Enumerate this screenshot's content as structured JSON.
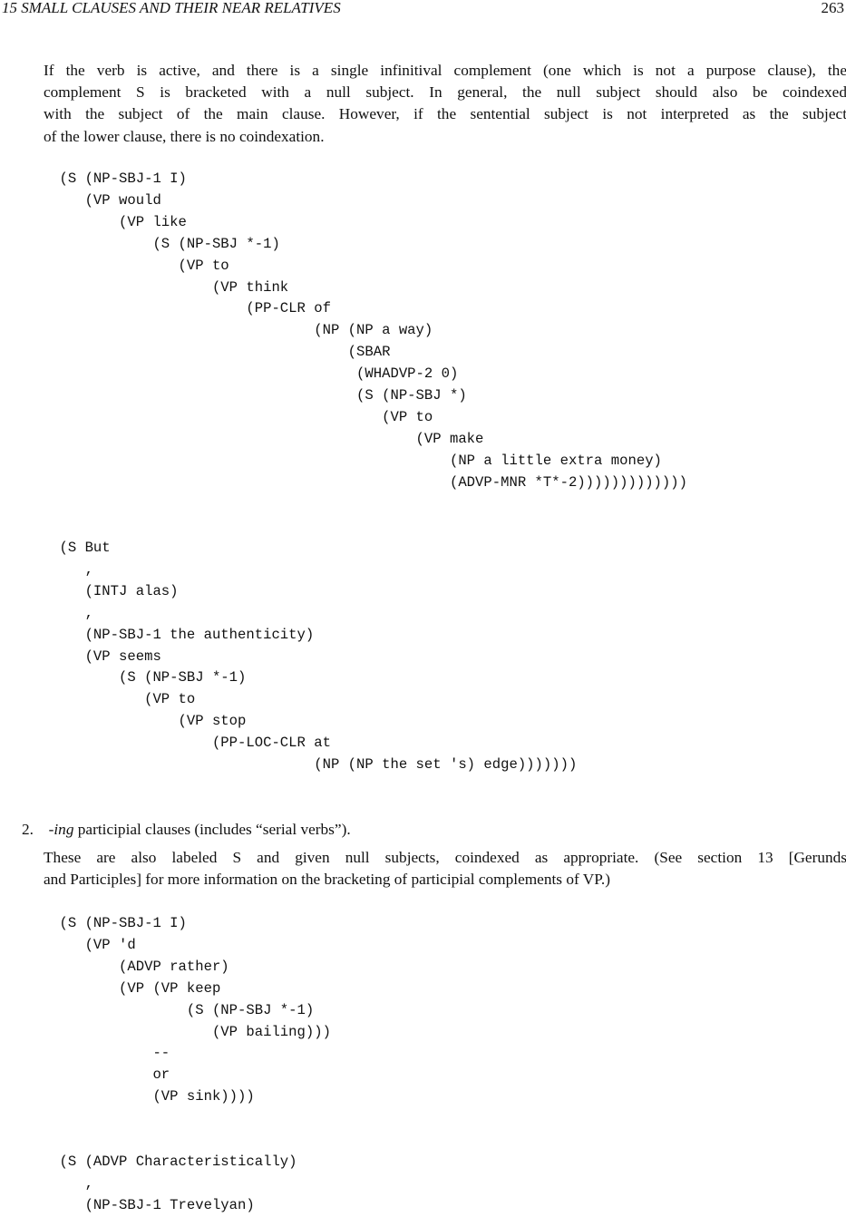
{
  "header": {
    "section": "15   SMALL CLAUSES AND THEIR NEAR RELATIVES",
    "page_number": "263"
  },
  "intro": {
    "lines": [
      "If the verb is active, and there is a single infinitival complement (one which is not a purpose clause), the",
      "complement S is bracketed with a null subject.  In general, the null subject should also be coindexed",
      "with the subject of the main clause.  However, if the sentential subject is not interpreted as the subject",
      "of the lower clause, there is no coindexation."
    ]
  },
  "example1": "       (S (NP-SBJ-1 I)\n          (VP would\n              (VP like\n                  (S (NP-SBJ *-1)\n                     (VP to\n                         (VP think\n                             (PP-CLR of\n                                     (NP (NP a way)\n                                         (SBAR\n                                          (WHADVP-2 0)\n                                          (S (NP-SBJ *)\n                                             (VP to\n                                                 (VP make\n                                                     (NP a little extra money)\n                                                     (ADVP-MNR *T*-2)))))))))))))",
  "example2": "       (S But\n          ,\n          (INTJ alas)\n          ,\n          (NP-SBJ-1 the authenticity)\n          (VP seems\n              (S (NP-SBJ *-1)\n                 (VP to\n                     (VP stop\n                         (PP-LOC-CLR at\n                                     (NP (NP the set 's) edge)))))))",
  "list_item": {
    "number": "2.",
    "term": "-ing",
    "rest": " participial clauses (includes “serial verbs”)."
  },
  "item_para": {
    "lines": [
      "These are also labeled S and given null subjects, coindexed as appropriate. (See section 13 [Gerunds",
      "and Participles] for more information on the bracketing of participial complements of VP.)"
    ]
  },
  "example3": "       (S (NP-SBJ-1 I)\n          (VP 'd\n              (ADVP rather)\n              (VP (VP keep\n                      (S (NP-SBJ *-1)\n                         (VP bailing)))\n                  --\n                  or\n                  (VP sink))))",
  "example4": "       (S (ADVP Characteristically)\n          ,\n          (NP-SBJ-1 Trevelyan)"
}
